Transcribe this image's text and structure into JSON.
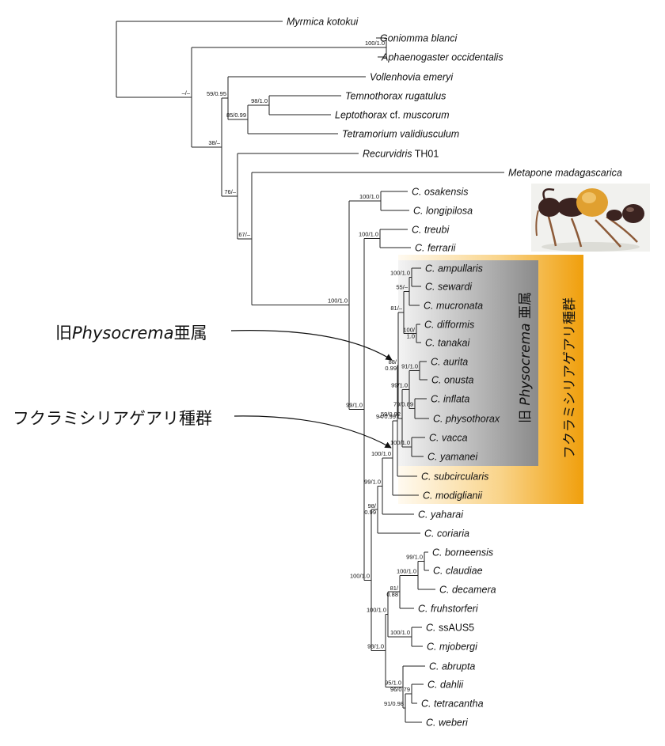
{
  "tree": {
    "taxa": {
      "myr": {
        "label": "Myrmica kotokui",
        "italic": true
      },
      "gon": {
        "label": "Goniomma blanci",
        "italic": true
      },
      "aph": {
        "label": "Aphaenogaster occidentalis",
        "italic": true
      },
      "vol": {
        "label": "Vollenhovia emeryi",
        "italic": true
      },
      "tem": {
        "label": "Temnothorax rugatulus",
        "italic": true
      },
      "lep": {
        "label": "Leptothorax cf. muscorum",
        "italic": true
      },
      "tet": {
        "label": "Tetramorium validiusculum",
        "italic": true
      },
      "rec": {
        "label": "Recurvidris TH01",
        "italic": true
      },
      "met": {
        "label": "Metapone madagascarica",
        "italic": true
      },
      "osa": {
        "label": "C. osakensis",
        "italic": true
      },
      "lon": {
        "label": "C. longipilosa",
        "italic": true
      },
      "tre": {
        "label": "C. treubi",
        "italic": true
      },
      "fer": {
        "label": "C. ferrarii",
        "italic": true
      },
      "amp": {
        "label": "C. ampullaris",
        "italic": true
      },
      "sew": {
        "label": "C. sewardi",
        "italic": true
      },
      "muc": {
        "label": "C. mucronata",
        "italic": true
      },
      "dif": {
        "label": "C. difformis",
        "italic": true
      },
      "tan": {
        "label": "C. tanakai",
        "italic": true
      },
      "aur": {
        "label": "C. aurita",
        "italic": true
      },
      "onu": {
        "label": "C. onusta",
        "italic": true
      },
      "inf": {
        "label": "C. inflata",
        "italic": true
      },
      "phy": {
        "label": "C. physothorax",
        "italic": true
      },
      "vac": {
        "label": "C. vacca",
        "italic": true
      },
      "yam": {
        "label": "C. yamanei",
        "italic": true
      },
      "sub": {
        "label": "C. subcircularis",
        "italic": true
      },
      "mod": {
        "label": "C. modiglianii",
        "italic": true
      },
      "yah": {
        "label": "C. yaharai",
        "italic": true
      },
      "cor": {
        "label": "C. coriaria",
        "italic": true
      },
      "bor": {
        "label": "C. borneensis",
        "italic": true
      },
      "cla": {
        "label": "C. claudiae",
        "italic": true
      },
      "dec": {
        "label": "C. decamera",
        "italic": true
      },
      "fru": {
        "label": "C. fruhstorferi",
        "italic": true
      },
      "ssa": {
        "label": "C. ssAUS5",
        "italic": false
      },
      "mjo": {
        "label": "C. mjobergi",
        "italic": true
      },
      "abr": {
        "label": "C. abrupta",
        "italic": true
      },
      "dah": {
        "label": "C. dahlii",
        "italic": true
      },
      "tec": {
        "label": "C. tetracantha",
        "italic": true
      },
      "web": {
        "label": "C. weberi",
        "italic": true
      }
    },
    "support": {
      "goniAph": "100/1.0",
      "rootIn": "–/–",
      "temLep": "98/1.0",
      "temLepTet": "85/0.99",
      "volGroup": "59/0.95",
      "core": "38/–",
      "recGroup": "76/–",
      "metGroup": "67/–",
      "osaLon": "100/1.0",
      "treFer": "100/1.0",
      "crem": "100/1.0",
      "ampSew": "100/1.0",
      "ampSewMuc": "55/–",
      "physoTop": "81/–",
      "difTan": "100/\n1.0",
      "physo": "88/\n0.99",
      "aurOnu": "91/1.0",
      "aurInf": "99/1.0",
      "infPhy": "79/0.89",
      "aurPhy": "59/0.92",
      "vacYam": "100/1.0",
      "withVac": "94/0.99",
      "fukura": "100/1.0",
      "withYah": "99/1.0",
      "withCor": "98/\n0.99",
      "mainSplit": "99/1.0",
      "borCla": "99/1.0",
      "borDec": "100/1.0",
      "borFru": "81/\n0.88",
      "ssaMjo": "100/1.0",
      "aus": "100/1.0",
      "bigLower": "100/1.0",
      "dahTec": "96/0.79",
      "dahWeb": "91/0.98",
      "abrGroup": "95/1.0",
      "ausAbr": "98/1.0"
    }
  },
  "annotations": {
    "physocrema_callout": {
      "prefix": "旧",
      "italic": "Physocrema",
      "suffix": "亜属"
    },
    "physocrema_vertical": {
      "prefix": "旧 ",
      "italic": "Physocrema",
      "suffix": " 亜属"
    },
    "fukura_callout": "フクラミシリアゲアリ種群",
    "fukura_vertical": "フクラミシリアゲアリ種群"
  },
  "colors": {
    "physocrema_box_dark": "#8f8f8f",
    "physocrema_box_light": "#ececec",
    "fukura_box": "#f0a10e",
    "fukura_box_light": "#fff8e6",
    "ant_body": "#3b2320",
    "ant_gaster": "#e0a030"
  }
}
